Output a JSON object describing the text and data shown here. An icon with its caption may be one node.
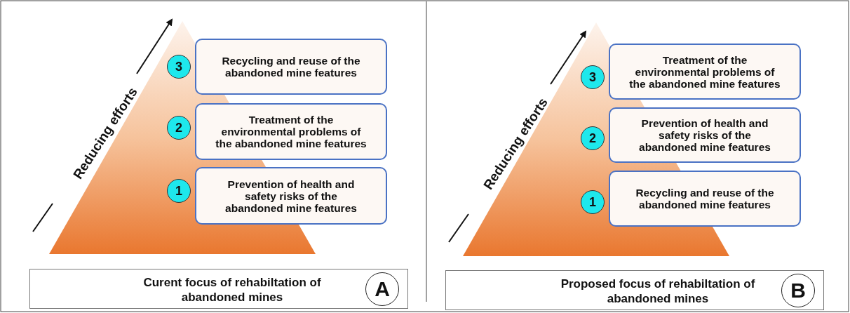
{
  "diagram": {
    "nodes": [
      {
        "text": [],
        "shape": "triangle"
      },
      {
        "text": [
          "3"
        ],
        "in": 0
      },
      {
        "text": [
          "Recycling and reuse of the abandoned mine features"
        ]
      },
      {
        "text": [
          "2"
        ],
        "in": 0
      },
      {
        "text": [
          "Treatment of the environmental problems of the abandoned mine features"
        ]
      },
      {
        "text": [
          "1"
        ],
        "in": 0
      },
      {
        "text": [
          "Prevention of health and safety risks of the abandoned mine features"
        ]
      },
      {
        "text": [
          "Curent focus of rehabiltation of abandoned mines"
        ]
      },
      {
        "text": [
          "A"
        ],
        "in": 7
      },
      {
        "text": [],
        "shape": "triangle"
      },
      {
        "text": [
          "3"
        ],
        "in": 9
      },
      {
        "text": [
          "Treatment of the environmental problems of the abandoned mine features"
        ]
      },
      {
        "text": [
          "2"
        ],
        "in": 9
      },
      {
        "text": [
          "Prevention of health and safety risks of the abandoned mine features"
        ]
      },
      {
        "text": [
          "1"
        ],
        "in": 9
      },
      {
        "text": [
          "Recycling and reuse of the abandoned mine features"
        ]
      },
      {
        "text": [
          "Proposed focus of rehabiltation of abandoned mines"
        ]
      },
      {
        "text": [
          "B"
        ],
        "in": 16
      }
    ],
    "labels": [
      "Reducing efforts",
      "Reducing efforts"
    ]
  }
}
